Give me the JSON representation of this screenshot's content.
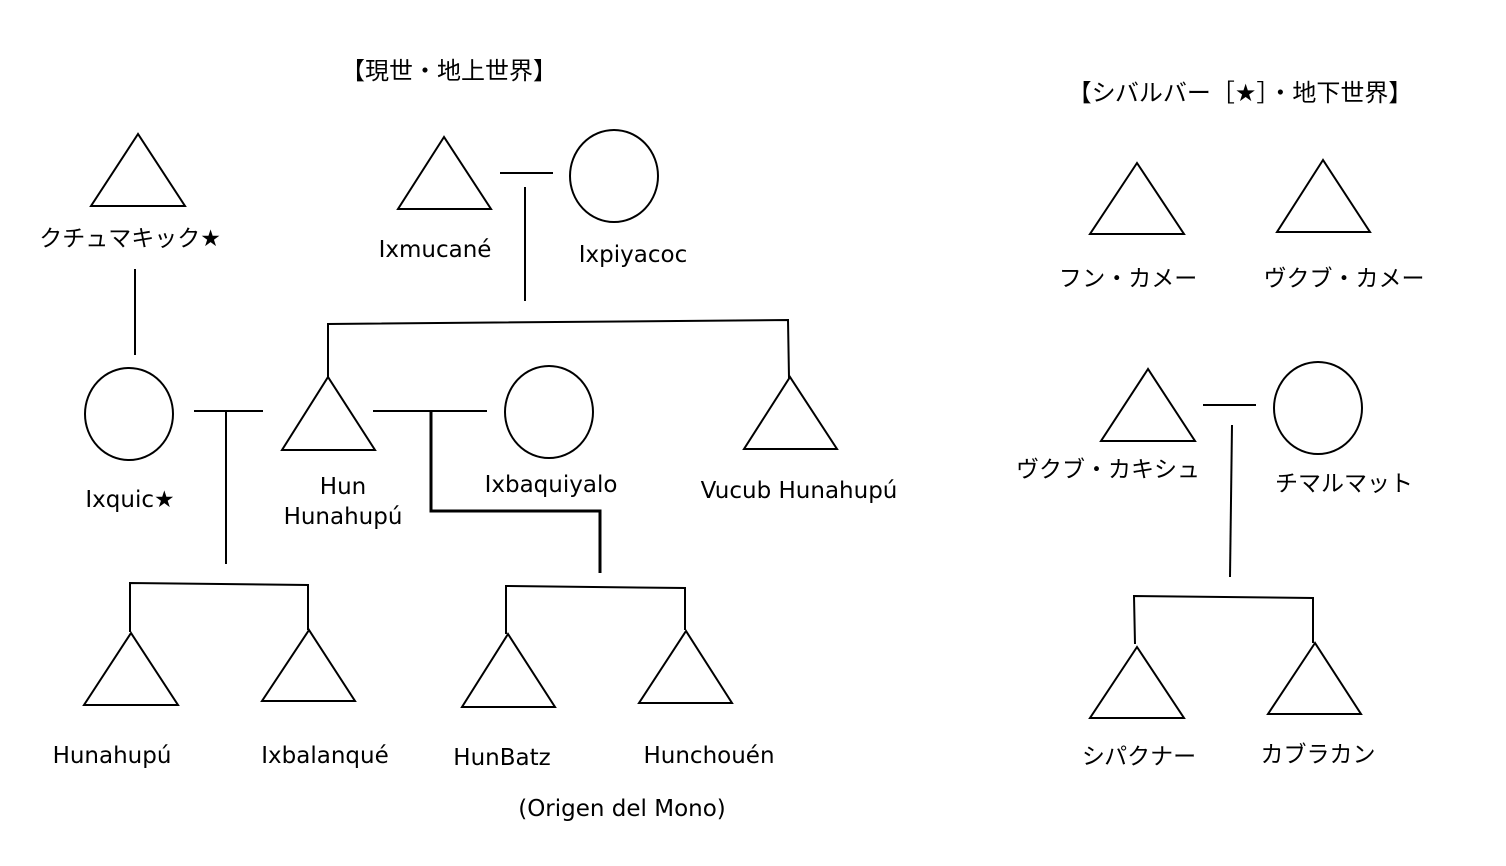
{
  "titles": {
    "upper_world": "【現世・地上世界】",
    "underworld": "【シバルバー［★］・地下世界】"
  },
  "people": {
    "kuchumakik": "クチュマキック★",
    "ixmucane": "Ixmucané",
    "ixpiyacoc": "Ixpiyacoc",
    "ixquic": "Ixquic★",
    "hun_hunahpu_1": "Hun",
    "hun_hunahpu_2": "Hunahupú",
    "ixbaquiyalo": "Ixbaquiyalo",
    "vucub_hunahpu": "Vucub  Hunahupú",
    "hunahpu": "Hunahupú",
    "ixbalanque": "Ixbalanqué",
    "hunbatz": "HunBatz",
    "hunchouen": "Hunchouén",
    "hun_came": "フン・カメー",
    "vucub_came": "ヴクブ・カメー",
    "vucub_caquix": "ヴクブ・カキシュ",
    "chimalmat": "チマルマット",
    "zipacna": "シパクナー",
    "cabracan": "カブラカン"
  },
  "notes": {
    "monkey_origin": "(Origen del Mono)"
  }
}
